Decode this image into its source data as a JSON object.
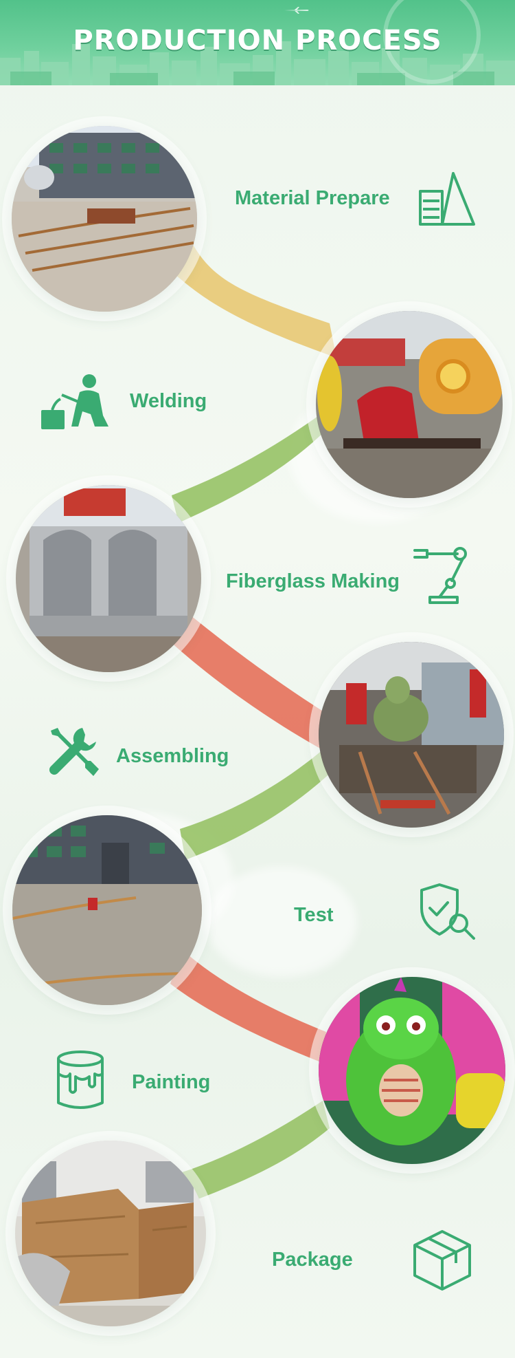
{
  "header": {
    "title": "PRODUCTION PROCESS"
  },
  "colors": {
    "accent_green": "#3aab72",
    "connector_yellow": "#e8c873",
    "connector_green": "#97c266",
    "connector_red": "#e5705a"
  },
  "steps": [
    {
      "label": "Material Prepare",
      "icon": "layered-triangle-icon"
    },
    {
      "label": "Welding",
      "icon": "welder-icon"
    },
    {
      "label": "Fiberglass Making",
      "icon": "robotic-arm-icon"
    },
    {
      "label": "Assembling",
      "icon": "wrench-screwdriver-icon"
    },
    {
      "label": "Test",
      "icon": "shield-check-magnifier-icon"
    },
    {
      "label": "Painting",
      "icon": "paint-bucket-icon"
    },
    {
      "label": "Package",
      "icon": "box-icon"
    }
  ]
}
